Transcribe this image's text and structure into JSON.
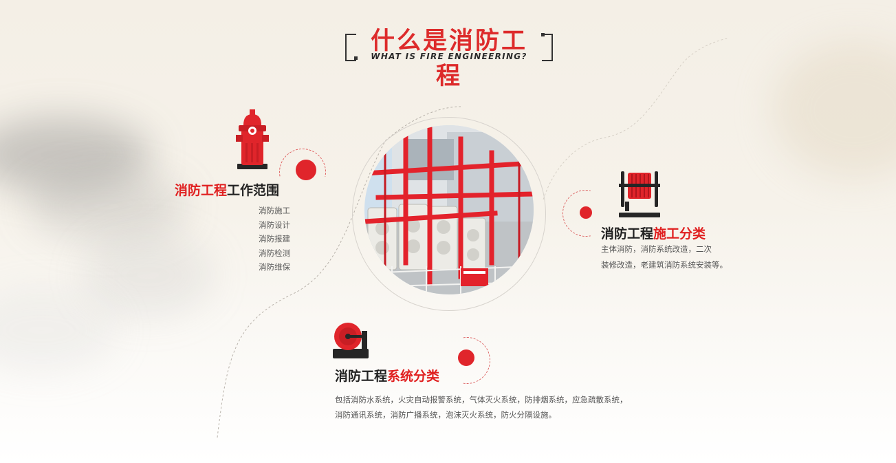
{
  "header": {
    "title": "什么是消防工程",
    "subtitle": "WHAT IS FIRE ENGINEERING?"
  },
  "scope": {
    "title_red": "消防工程",
    "title_dark": "工作范围",
    "items": [
      "消防施工",
      "消防设计",
      "消防报建",
      "消防检测",
      "消防维保"
    ],
    "icon": "fire-hydrant-icon"
  },
  "construction": {
    "title_dark": "消防工程",
    "title_red": "施工分类",
    "desc_line1": "主体消防，消防系统改造，二次",
    "desc_line2": "装修改造，老建筑消防系统安装等。",
    "icon": "fire-hose-reel-icon"
  },
  "systems": {
    "title_dark": "消防工程",
    "title_red": "系统分类",
    "desc_line1": "包括消防水系统，火灾自动报警系统，气体灭火系统，防排烟系统，应急疏散系统，",
    "desc_line2": "消防通讯系统，消防广播系统，泡沫灭火系统，防火分隔设施。",
    "icon": "fire-alarm-bell-icon"
  },
  "colors": {
    "accent_red": "#e02020",
    "dark_text": "#222222",
    "body_text": "#555555"
  },
  "center_image": "fire-pipe-installation-photo"
}
